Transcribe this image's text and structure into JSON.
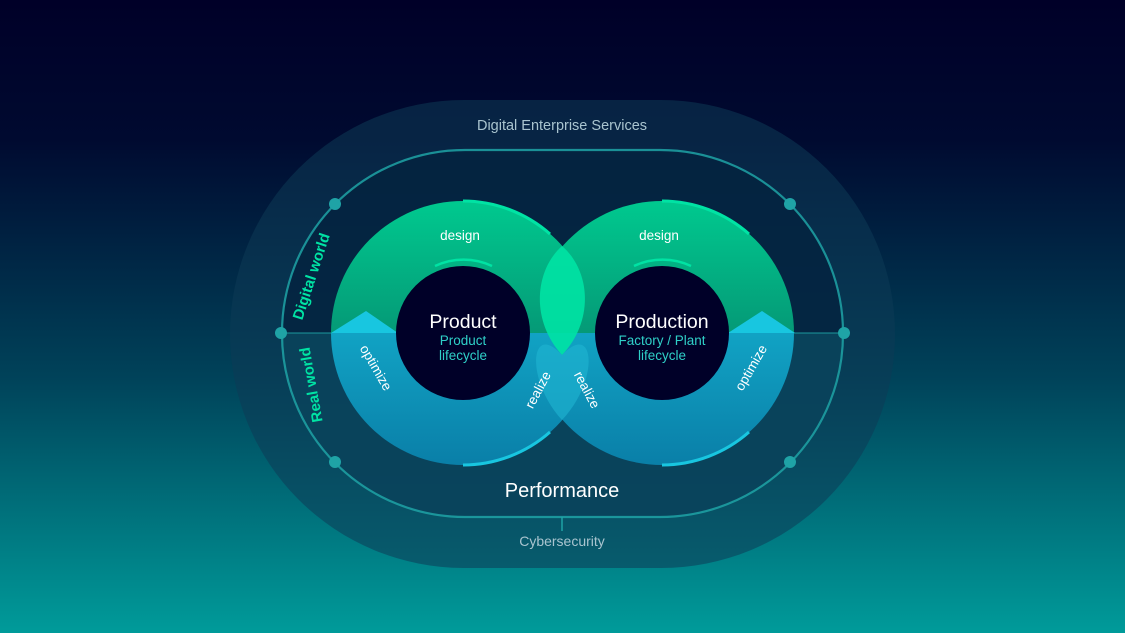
{
  "outer": {
    "top_label": "Digital Enterprise Services",
    "bottom_label": "Cybersecurity"
  },
  "sides": {
    "digital_world": "Digital world",
    "real_world": "Real world"
  },
  "performance_label": "Performance",
  "left_loop": {
    "title": "Product",
    "subtitle_line1": "Product",
    "subtitle_line2": "lifecycle",
    "design": "design",
    "optimize": "optimize",
    "realize": "realize"
  },
  "right_loop": {
    "title": "Production",
    "subtitle_line1": "Factory / Plant",
    "subtitle_line2": "lifecycle",
    "design": "design",
    "optimize": "optimize",
    "realize": "realize"
  },
  "colors": {
    "green_accent": "#00e3a4",
    "cyan_accent": "#00bcd8",
    "text_light": "#c9e3e8",
    "text_teal": "#2fd0c8",
    "center_fill": "#000028"
  }
}
